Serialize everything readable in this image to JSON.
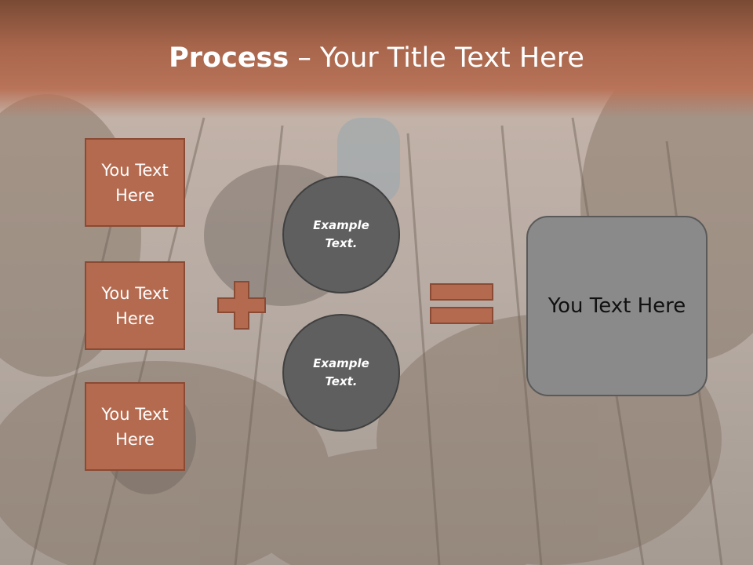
{
  "slide": {
    "title_bold": "Process",
    "title_rest": " – Your Title Text Here"
  },
  "boxes": [
    {
      "label": "You Text\nHere"
    },
    {
      "label": "You Text\nHere"
    },
    {
      "label": "You Text\nHere"
    }
  ],
  "circles": [
    {
      "label": "Example\nText."
    },
    {
      "label": "Example\nText."
    }
  ],
  "result": {
    "label": "You Text Here"
  },
  "colors": {
    "title_band": "#a8664c",
    "box_fill": "#b46a4f",
    "box_border": "#8b4a33",
    "circle_fill": "#5f5f5f",
    "result_fill": "#8a8a8a"
  },
  "icons": [
    "plus-icon",
    "equals-icon"
  ]
}
